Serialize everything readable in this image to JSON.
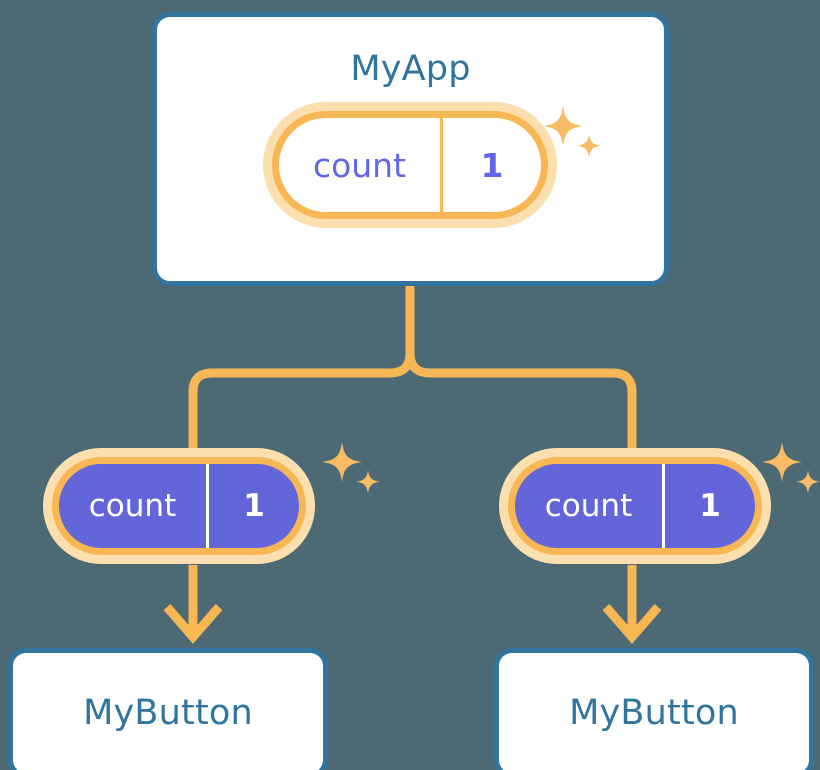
{
  "diagram": {
    "title_semantic": "react-state-propagation-tree",
    "background_color": "#4d6a74",
    "palette": {
      "card_border_blue": "#31749e",
      "card_title_blue": "#31749e",
      "card_background": "#ffffff",
      "pill_ring_orange": "#f8b755",
      "pill_halo_orange": "#fbdfae",
      "pill_fill_purple": "#6366d8",
      "pill_text_purple": "#6366e8",
      "pill_text_white": "#ffffff",
      "connector_orange": "#f8b755",
      "sparkle_orange": "#f9bb63"
    }
  },
  "root_card": {
    "title": "MyApp",
    "state_pill": {
      "key": "count",
      "value": "1",
      "style": "outline"
    }
  },
  "branches": [
    {
      "id": "left",
      "state_pill": {
        "key": "count",
        "value": "1",
        "style": "filled"
      },
      "card": {
        "title": "MyButton"
      }
    },
    {
      "id": "right",
      "state_pill": {
        "key": "count",
        "value": "1",
        "style": "filled"
      },
      "card": {
        "title": "MyButton"
      }
    }
  ],
  "connectors": {
    "trunk_label": "state-flows-down",
    "arrow_direction": "down",
    "count": 3
  },
  "sparkles": [
    {
      "id": "app-pill-sparkle",
      "big": true
    },
    {
      "id": "left-pill-sparkle",
      "big": true
    },
    {
      "id": "right-pill-sparkle",
      "big": true
    }
  ]
}
